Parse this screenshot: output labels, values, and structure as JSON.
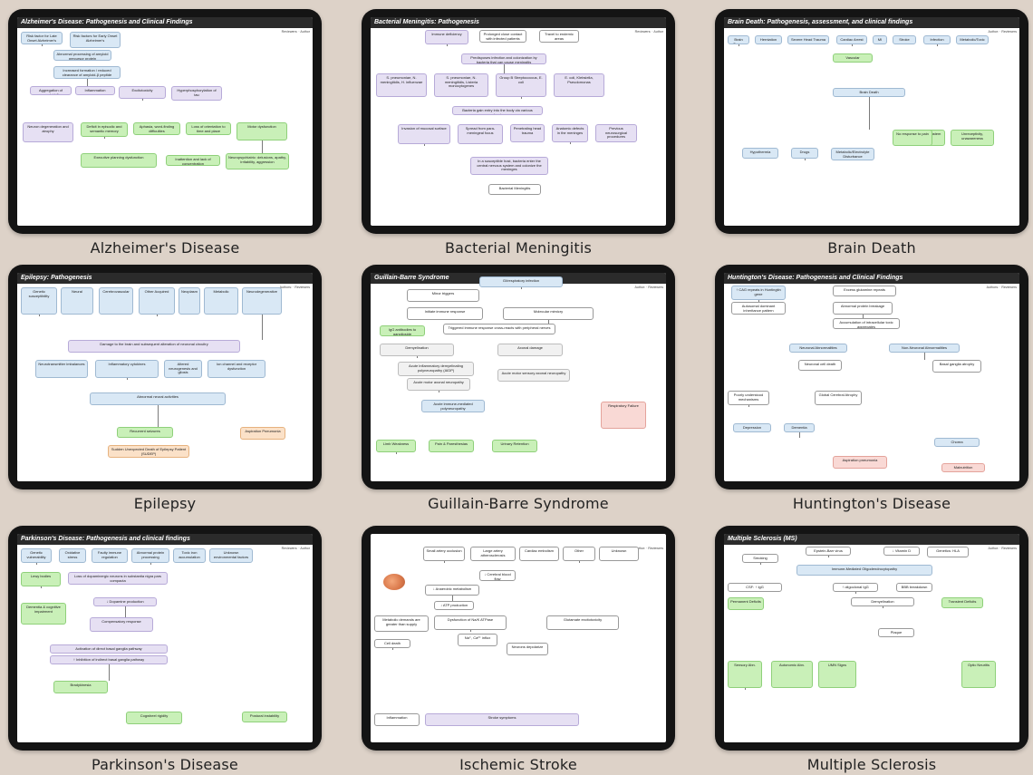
{
  "cards": [
    {
      "caption": "Alzheimer's Disease",
      "heading": "Alzheimer's Disease: Pathogenesis and Clinical Findings",
      "meta": "Reviewers: · Author",
      "boxes": [
        "Risk factor for Late Onset Alzheimer's",
        "Risk factors for Early Onset Alzheimer's",
        "Abnormal processing of amyloid precursor protein",
        "Increased formation / reduced clearance of amyloid-β peptide",
        "Aggregation of amyloid-β",
        "Inflammation",
        "Excitotoxicity",
        "Hyperphosphorylation of tau",
        "Neuron degeneration and atrophy",
        "Deficit in episodic and semantic memory",
        "Aphasia, word-finding difficulties",
        "Loss of orientation to time and place",
        "Motor dysfunction",
        "Executive planning dysfunction",
        "Inattention and lack of concentration",
        "Neuropsychiatric: delusions, apathy, irritability, aggression"
      ]
    },
    {
      "caption": "Bacterial Meningitis",
      "heading": "Bacterial Meningitis: Pathogenesis",
      "meta": "Reviewers: · Author",
      "boxes": [
        "Immune deficiency",
        "Prolonged close contact with infected patients",
        "Travel to endemic areas",
        "Predisposes infection and colonization by bacteria that can cause meningitis",
        "S. pneumoniae, N. meningitidis, H. influenzae",
        "S. pneumoniae, N. meningitidis, Listeria monocytogenes",
        "Group B Streptococcus, E. coli",
        "E. coli, Klebsiella, Pseudomonas",
        "Bacteria gain entry into the body via various mechanisms",
        "Invasion of mucosal surface",
        "Spread from para-meningeal focus",
        "Penetrating head trauma",
        "Anatomic defects in the meninges",
        "Previous neurosurgical procedures",
        "In a susceptible host, bacteria enter the central nervous system and colonize the meninges",
        "Bacterial Meningitis"
      ]
    },
    {
      "caption": "Brain Death",
      "heading": "Brain Death: Pathogenesis, assessment, and clinical findings",
      "meta": "Author: · Reviewers",
      "boxes": [
        "Brain Tumor",
        "Herniation",
        "Severe Head Trauma",
        "Cardiac Arrest",
        "MI",
        "Stroke",
        "Infection",
        "Metabolic/Toxic",
        "Vascular",
        "Brain Death",
        "Absence of brainstem reflexes",
        "Hypothermia",
        "Drugs",
        "Metabolic/Electrolyte Disturbance",
        "No response to pain",
        "Unreceptivity, unawareness"
      ]
    },
    {
      "caption": "Epilepsy",
      "heading": "Epilepsy: Pathogenesis",
      "meta": "Authors: · Reviewers",
      "boxes": [
        "Genetic susceptibility",
        "Neural",
        "Cerebrovascular",
        "Other Acquired",
        "Neoplasm",
        "Metabolic",
        "Neurodegenerative",
        "Damage to the brain and subsequent alteration of neuronal circuitry",
        "Neurotransmitter imbalances",
        "Inflammatory cytokines",
        "Altered neurogenesis and gliosis",
        "Ion channel and receptor dysfunction",
        "Abnormal neural activities",
        "Recurrent seizures",
        "Sudden Unexpected Death of Epilepsy Patient (SUDEP)",
        "Aspiration Pneumonia"
      ]
    },
    {
      "caption": "Guillain-Barre Syndrome",
      "heading": "Guillain-Barre Syndrome",
      "meta": "Author: · Reviewers",
      "boxes": [
        "GI/respiratory infection",
        "Minor triggers",
        "Initiate immune response",
        "Molecular mimicry",
        "Triggered immune response cross-reacts with peripheral nerves",
        "IgG antibodies to ganglioside",
        "Demyelination",
        "Axonal damage",
        "Acute inflammatory demyelinating polyneuropathy (AIDP)",
        "Acute motor axonal neuropathy",
        "Acute motor sensory axonal neuropathy",
        "Acute immune-mediated polyneuropathy",
        "Limb Weakness",
        "Pain & Paresthesias",
        "Urinary Retention",
        "Respiratory Failure"
      ]
    },
    {
      "caption": "Huntington's Disease",
      "heading": "Huntington's Disease: Pathogenesis and Clinical Findings",
      "meta": "Authors: · Reviewers",
      "boxes": [
        "↑ CAG repeats in Huntingtin gene",
        "Excess glutamine repeats",
        "Autosomal dominant inheritance pattern",
        "Abnormal protein breakage",
        "Accumulation of intracellular toxic aggregates",
        "Neuronal Abnormalities",
        "Non-Neuronal Abnormalities",
        "Neuronal cell death",
        "Basal ganglia atrophy",
        "Poorly understood mechanisms",
        "Global Cerebral Atrophy",
        "Depression",
        "Dementia",
        "Chorea",
        "Aspiration pneumonia",
        "Malnutrition"
      ]
    },
    {
      "caption": "Parkinson's Disease",
      "heading": "Parkinson's Disease: Pathogenesis and clinical findings",
      "meta": "Reviewers: · Author",
      "boxes": [
        "Genetic vulnerability",
        "Oxidative stress",
        "Faulty immune regulation",
        "Abnormal protein processing",
        "Toxic iron accumulation",
        "Unknown environmental factors",
        "Lewy bodies",
        "Loss of dopaminergic neurons in substantia nigra pars compacta",
        "Dementia & cognitive impairment",
        "↓ Dopamine production",
        "Compensatory response",
        "Activation of direct basal ganglia pathway",
        "↑ Inhibition of indirect basal ganglia pathway",
        "Bradykinesia",
        "Cogwheel rigidity",
        "Postural instability"
      ]
    },
    {
      "caption": "Ischemic Stroke",
      "heading": "",
      "meta": "Author: · Reviewers",
      "boxes": [
        "Small artery occlusion",
        "Large artery atherosclerosis",
        "Cardiac embolism",
        "Other",
        "Unknown",
        "↓ Cerebral blood flow",
        "↓ Anaerobic metabolism",
        "↓ ATP production",
        "Metabolic demands are greater than supply",
        "Dysfunction of Na/K ATPase",
        "Glutamate excitotoxicity",
        "Na⁺, Ca²⁺ influx",
        "Cell death",
        "Neurons depolarize",
        "Stroke symptoms",
        "Inflammation"
      ]
    },
    {
      "caption": "Multiple Sclerosis",
      "heading": "Multiple Sclerosis (MS)",
      "meta": "Author: · Reviewers",
      "boxes": [
        "Epstein-Barr virus",
        "↓ Vitamin D",
        "Genetics: HLA",
        "Smoking",
        "Immune-Mediated Oligodendrocytopathy",
        "CSF: ↑ IgG",
        "↑ oligoclonal IgG",
        "BBB breakdown",
        "Permanent Deficits",
        "Demyelination",
        "Transient Deficits",
        "Plaque",
        "Sensory Abn.",
        "Autonomic Abn.",
        "UMN Signs",
        "Optic Neuritis"
      ]
    }
  ]
}
